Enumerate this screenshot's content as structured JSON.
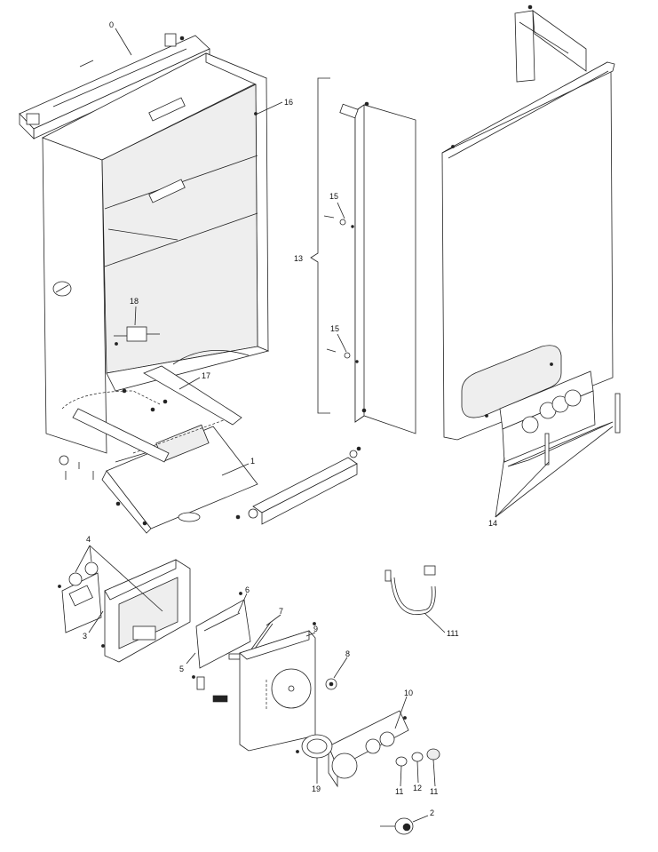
{
  "diagram": {
    "callouts": [
      {
        "id": "c0",
        "text": "0"
      },
      {
        "id": "c16",
        "text": "16"
      },
      {
        "id": "c13",
        "text": "13"
      },
      {
        "id": "c15a",
        "text": "15"
      },
      {
        "id": "c15b",
        "text": "15"
      },
      {
        "id": "c18",
        "text": "18"
      },
      {
        "id": "c17",
        "text": "17"
      },
      {
        "id": "c1",
        "text": "1"
      },
      {
        "id": "c14",
        "text": "14"
      },
      {
        "id": "c4",
        "text": "4"
      },
      {
        "id": "c3",
        "text": "3"
      },
      {
        "id": "c6",
        "text": "6"
      },
      {
        "id": "c7",
        "text": "7"
      },
      {
        "id": "c5",
        "text": "5"
      },
      {
        "id": "c9",
        "text": "9"
      },
      {
        "id": "c8",
        "text": "8"
      },
      {
        "id": "c111",
        "text": "111"
      },
      {
        "id": "c10",
        "text": "10"
      },
      {
        "id": "c19",
        "text": "19"
      },
      {
        "id": "c11a",
        "text": "11"
      },
      {
        "id": "c12",
        "text": "12"
      },
      {
        "id": "c11b",
        "text": "11"
      },
      {
        "id": "c2",
        "text": "2"
      }
    ]
  }
}
